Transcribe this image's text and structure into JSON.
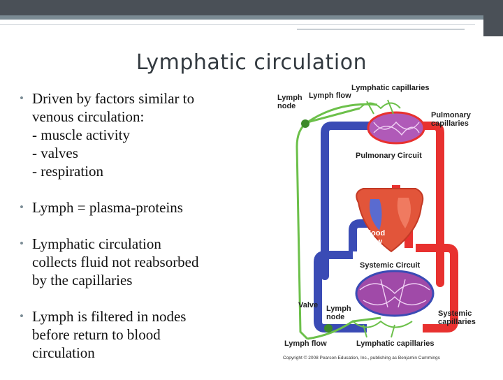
{
  "slide": {
    "title": "Lymphatic circulation",
    "bullets": [
      {
        "lines": [
          "Driven by factors similar to",
          "venous circulation:",
          "- muscle activity",
          "- valves",
          "- respiration"
        ]
      },
      {
        "lines": [
          "Lymph = plasma-proteins"
        ]
      },
      {
        "lines": [
          "Lymphatic circulation",
          "collects fluid not reabsorbed",
          "by the capillaries"
        ]
      },
      {
        "lines": [
          "Lymph is filtered in nodes",
          "before return to blood",
          "circulation"
        ]
      }
    ]
  },
  "diagram": {
    "labels": {
      "lymphatic_capillaries_top": "Lymphatic capillaries",
      "lymph_flow_top": "Lymph flow",
      "lymph_node_top": "Lymph\nnode",
      "pulmonary_capillaries": "Pulmonary\ncapillaries",
      "pulmonary_circuit": "Pulmonary Circuit",
      "blood_flow": "Blood\nflow",
      "systemic_circuit": "Systemic Circuit",
      "valve": "Valve",
      "lymph_node_bottom": "Lymph\nnode",
      "systemic_capillaries": "Systemic\ncapillaries",
      "lymph_flow_bottom": "Lymph flow",
      "lymphatic_capillaries_bottom": "Lymphatic capillaries",
      "copyright": "Copyright © 2008 Pearson Education, Inc., publishing as Benjamin Cummings"
    },
    "colors": {
      "artery": "#e8312f",
      "vein": "#3a4bb5",
      "lymph": "#6cc04a",
      "capillary": "#a04aa8",
      "heart": "#e2553a"
    }
  }
}
